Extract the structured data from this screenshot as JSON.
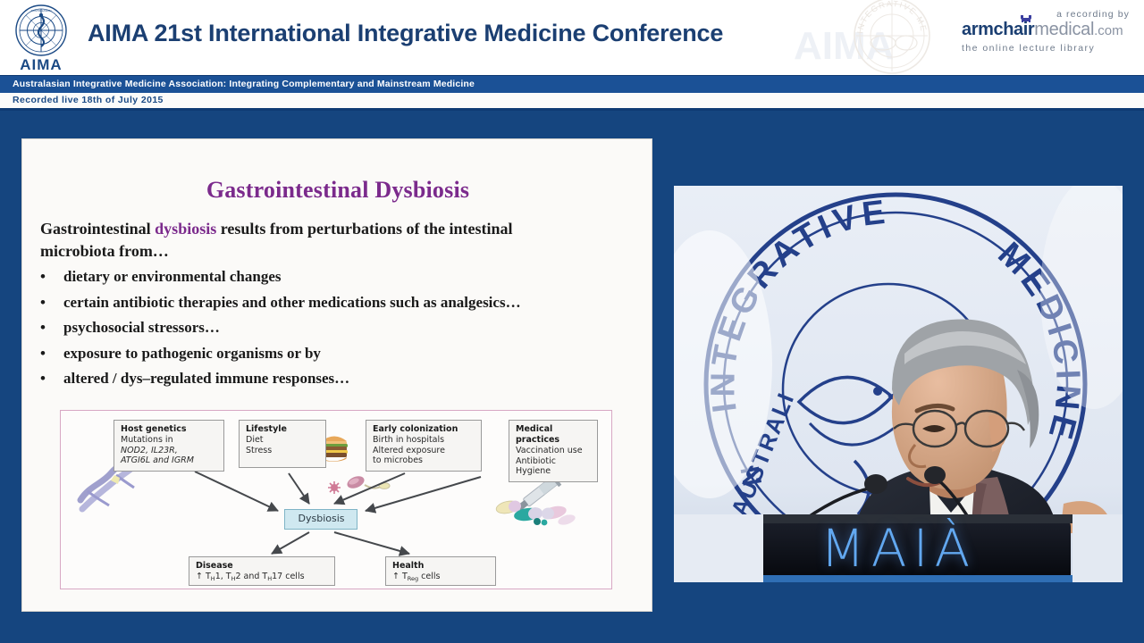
{
  "header": {
    "logo_name": "aima-seal-icon",
    "logo_wordmark": "AIMA",
    "conference_title": "AIMA 21st International Integrative Medicine Conference",
    "watermark_text": "AIMA",
    "watermark_ring_text": "INTEGRATIVE MEDICINE AS",
    "armchair": {
      "tagline_top": "a recording by",
      "name_bold": "armchair",
      "name_light": "medical",
      "name_suffix": ".com",
      "tagline_bottom": "the online lecture library",
      "chair_icon": "armchair-icon"
    }
  },
  "assoc_bar": {
    "text": "Australasian Integrative Medicine Association: Integrating Complementary and Mainstream Medicine"
  },
  "date_bar": {
    "text": "Recorded live 18th of July 2015"
  },
  "slide": {
    "title": "Gastrointestinal Dysbiosis",
    "intro_pre": "Gastrointestinal ",
    "intro_highlight": "dysbiosis",
    "intro_post": " results from perturbations of the intestinal microbiota from…",
    "bullet_marker": "•",
    "bullets": [
      "dietary or environmental changes",
      "certain antibiotic therapies and other medications such as analgesics…",
      "psychosocial stressors…",
      "exposure to pathogenic organisms or by",
      "altered / dys–regulated immune responses…"
    ],
    "diagram": {
      "host_genetics": {
        "title": "Host genetics",
        "line1": "Mutations in",
        "italic1": "NOD2, IL23R,",
        "italic2": "ATGI6L and IGRM",
        "icon": "dna-helix-icon"
      },
      "lifestyle": {
        "title": "Lifestyle",
        "line1": "Diet",
        "line2": "Stress",
        "icon": "hamburger-icon"
      },
      "early_colonization": {
        "title": "Early colonization",
        "line1": "Birth in hospitals",
        "line2": "Altered exposure",
        "line3": "to microbes",
        "icon": "bacteria-icon"
      },
      "medical_practices": {
        "title": "Medical practices",
        "line1": "Vaccination use",
        "line2": "Antibiotic",
        "line3": "Hygiene",
        "icon": "syringe-pills-icon"
      },
      "center": {
        "label": "Dysbiosis"
      },
      "disease": {
        "title": "Disease",
        "arrow": "↑",
        "cells_pre": "T",
        "cells_line": " T 1, T 2 and T 17 cells"
      },
      "health": {
        "title": "Health",
        "arrow": "↑",
        "cells_line": " T  cells"
      }
    }
  },
  "video": {
    "podium_label": "MAIÀ",
    "backdrop_ring_text_left": "INTEGRATIVE",
    "backdrop_ring_text_right": "MEDICINE",
    "speaker": "speaker-portrait",
    "microphone": "microphone-icon"
  },
  "colors": {
    "page_background": "#15457f",
    "header_background": "#ffffff",
    "brand_blue": "#1b3f72",
    "assoc_bar": "#1b5196",
    "slide_background": "#fbfaf8",
    "slide_title_purple": "#7b2a8c",
    "diagram_border_pink": "#d8a8c4",
    "dysbiosis_box": "#cfe8f0",
    "podium_text": "#62a8f0"
  }
}
